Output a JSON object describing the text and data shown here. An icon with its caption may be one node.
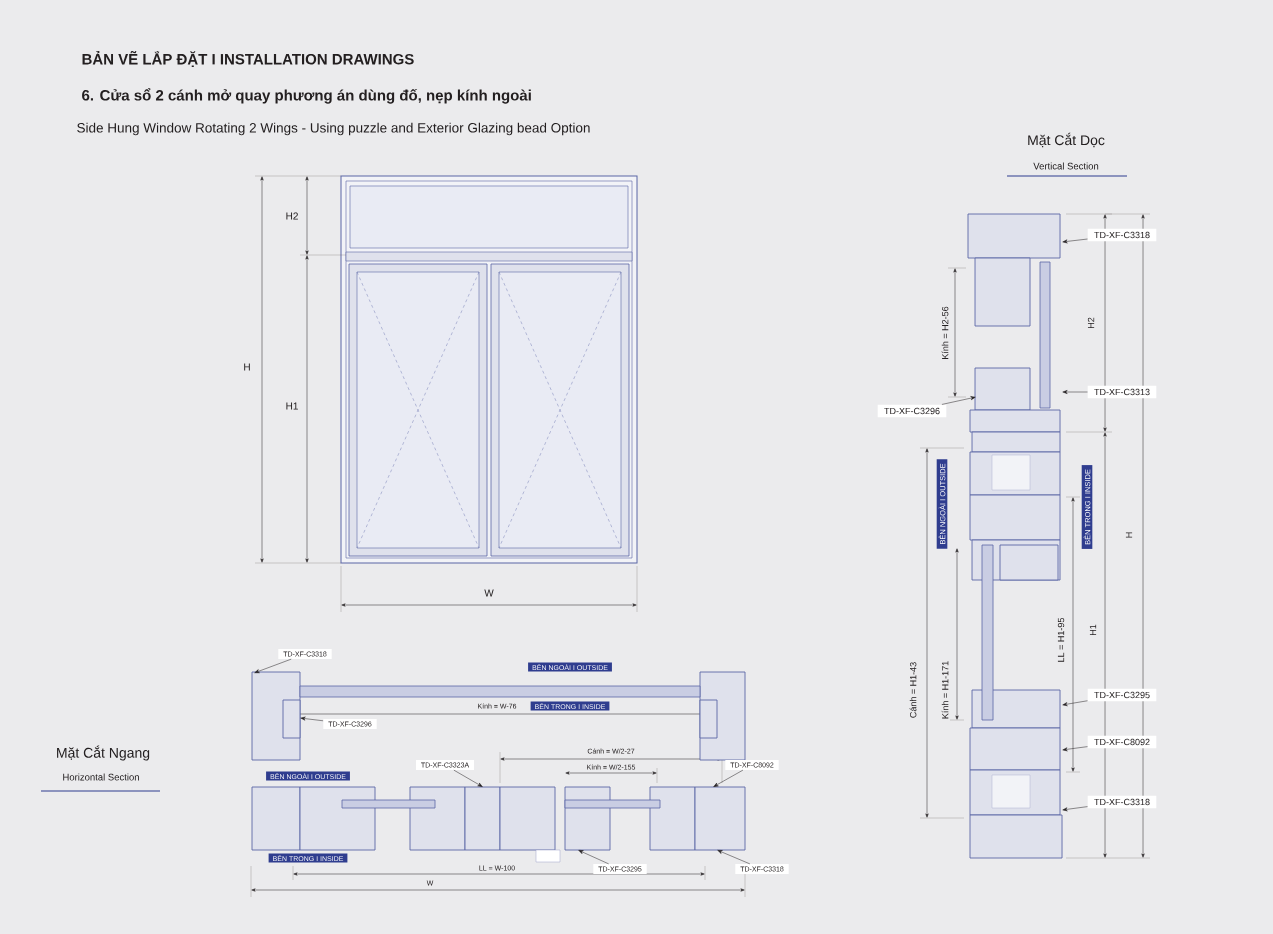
{
  "diagram": {
    "title": "BẢN VẼ LẮP ĐẶT I INSTALLATION DRAWINGS",
    "nodes": [
      {
        "text": [
          "TD-XF-C3318"
        ]
      },
      {
        "text": [
          "TD-XF-C3313"
        ]
      },
      {
        "text": [
          "TD-XF-C3296"
        ]
      },
      {
        "text": [
          "BÊN NGOÀI I OUTSIDE"
        ]
      },
      {
        "text": [
          "BÊN TRONG I INSIDE"
        ]
      },
      {
        "text": [
          "TD-XF-C3295"
        ]
      },
      {
        "text": [
          "TD-XF-C8092"
        ]
      },
      {
        "text": [
          "TD-XF-C3318"
        ]
      },
      {
        "text": [
          "TD-XF-C3318"
        ]
      },
      {
        "text": [
          "BÊN NGOÀI I OUTSIDE"
        ]
      },
      {
        "text": [
          "BÊN TRONG I INSIDE"
        ],
        "in": 19
      },
      {
        "text": [
          "TD-XF-C3296"
        ],
        "in": 19
      },
      {
        "text": [
          "BÊN NGOÀI I OUTSIDE"
        ]
      },
      {
        "text": [
          "TD-XF-C3323A"
        ]
      },
      {
        "text": [
          "TD-XF-C8092"
        ]
      },
      {
        "text": [
          "BÊN TRONG I INSIDE"
        ],
        "in": 20
      },
      {
        "text": [
          "TD-XF-C3295"
        ]
      },
      {
        "text": [
          "TD-XF-C3318"
        ]
      },
      {
        "text": [],
        "shape": "picture"
      },
      {
        "text": [],
        "shape": "picture"
      },
      {
        "text": [],
        "shape": "picture"
      }
    ],
    "edges": [
      {
        "from": 0,
        "to": 18,
        "arrow": "to"
      },
      {
        "from": 1,
        "to": 18,
        "arrow": "to"
      },
      {
        "from": 2,
        "to": 18,
        "arrow": "to"
      },
      {
        "from": 5,
        "to": 18,
        "arrow": "to"
      },
      {
        "from": 6,
        "to": 18,
        "arrow": "to"
      },
      {
        "from": 7,
        "to": 18,
        "arrow": "to"
      },
      {
        "from": 8,
        "to": 19,
        "arrow": "to"
      },
      {
        "from": 11,
        "to": 19,
        "arrow": "to"
      },
      {
        "from": 13,
        "to": 20,
        "arrow": "to"
      },
      {
        "from": 14,
        "to": 20,
        "arrow": "to"
      },
      {
        "from": 16,
        "to": 20,
        "arrow": "to"
      },
      {
        "from": 17,
        "to": 20,
        "arrow": "to"
      }
    ],
    "labels": [
      "6. Cửa sổ 2 cánh mở quay phương án dùng đố, nẹp kính ngoài",
      "Side Hung Window Rotating 2 Wings - Using puzzle and Exterior Glazing bead Option",
      "Mặt Cắt Dọc",
      "Vertical Section",
      "H2",
      "H",
      "H1",
      "W",
      "Kính = H2-56",
      "H2",
      "H",
      "Cánh = H1-43",
      "Kính = H1-171",
      "LL = H1-95",
      "H1",
      "Kính = W-76",
      "Mặt Cắt Ngang",
      "Horizontal Section",
      "Cánh = W/2-27",
      "Kính = W/2-155",
      "LL = W-100",
      "W"
    ]
  }
}
